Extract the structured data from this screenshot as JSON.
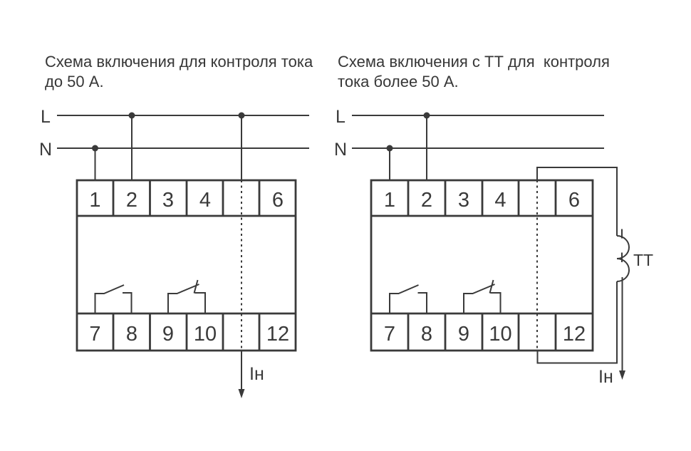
{
  "colors": {
    "line": "#3a3a3a",
    "text": "#373737",
    "background": "#ffffff"
  },
  "left_diagram": {
    "title_line1": "Схема включения для контроля тока",
    "title_line2": "до 50 А.",
    "phase_label": "L",
    "neutral_label": "N",
    "top_terminals": [
      "1",
      "2",
      "3",
      "4",
      "",
      "6"
    ],
    "bottom_terminals": [
      "7",
      "8",
      "9",
      "10",
      "",
      "12"
    ],
    "load_current_label": "Iн"
  },
  "right_diagram": {
    "title_line1": "Схема включения с ТТ для  контроля",
    "title_line2": "тока более 50 А.",
    "phase_label": "L",
    "neutral_label": "N",
    "top_terminals": [
      "1",
      "2",
      "3",
      "4",
      "",
      "6"
    ],
    "bottom_terminals": [
      "7",
      "8",
      "9",
      "10",
      "",
      "12"
    ],
    "ct_label": "ТТ",
    "load_current_label": "Iн"
  }
}
